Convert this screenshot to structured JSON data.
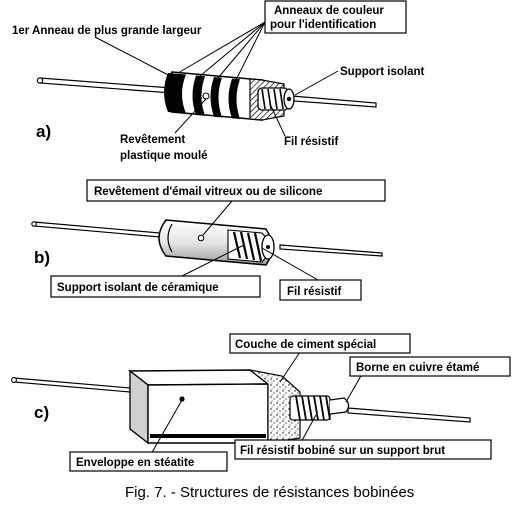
{
  "figure": {
    "caption": "Fig. 7. - Structures de résistances bobinées"
  },
  "panel_a": {
    "letter": "a)",
    "label_first_ring": "1er Anneau de plus grande largeur",
    "label_color_rings_line1": "Anneaux de couleur",
    "label_color_rings_line2": "pour l'identification",
    "label_support": "Support isolant",
    "label_coating_line1": "Revêtement",
    "label_coating_line2": "plastique moulé",
    "label_wire": "Fil résistif"
  },
  "panel_b": {
    "letter": "b)",
    "label_enamel": "Revêtement d'émail vitreux ou de silicone",
    "label_ceramic": "Support isolant de céramique",
    "label_wire": "Fil résistif"
  },
  "panel_c": {
    "letter": "c)",
    "label_cement": "Couche de ciment spécial",
    "label_terminal": "Borne en cuivre étamé",
    "label_wound": "Fil résistif bobiné sur un support brut",
    "label_envelope": "Enveloppe en stéatite"
  }
}
